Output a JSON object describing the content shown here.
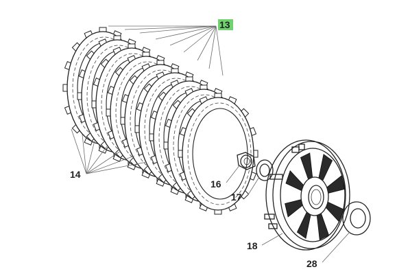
{
  "diagram": {
    "parts": [
      {
        "id": "part-13",
        "label": "13",
        "highlighted": true,
        "highlight_color": "#6fd36f"
      },
      {
        "id": "part-14",
        "label": "14",
        "highlighted": false
      },
      {
        "id": "part-16",
        "label": "16",
        "highlighted": false
      },
      {
        "id": "part-17",
        "label": "17",
        "highlighted": false
      },
      {
        "id": "part-18",
        "label": "18",
        "highlighted": false
      },
      {
        "id": "part-28",
        "label": "28",
        "highlighted": false
      }
    ]
  }
}
